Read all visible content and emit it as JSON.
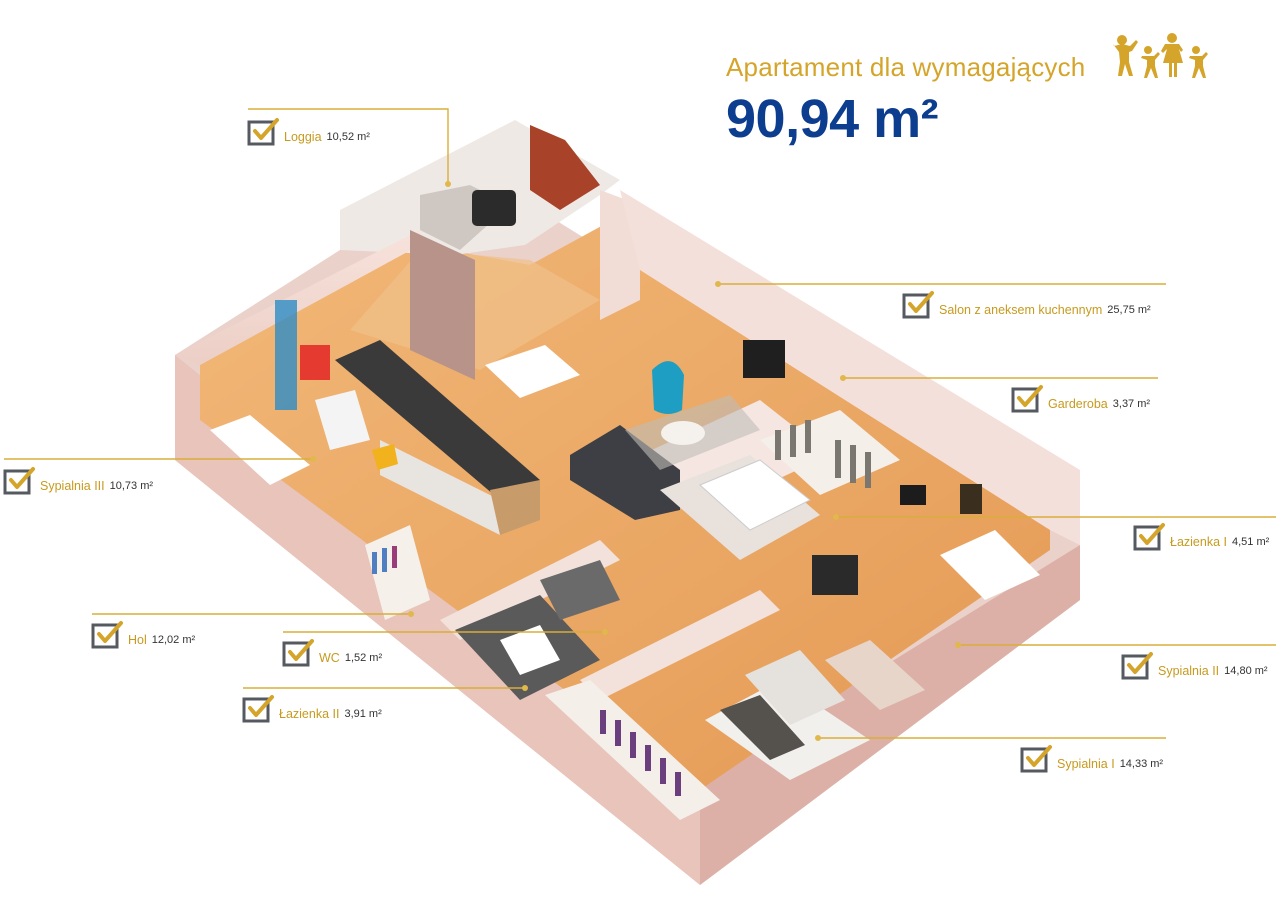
{
  "header": {
    "subtitle": "Apartament dla wymagających",
    "total_area": "90,94 m²",
    "family_icon": "family-icon"
  },
  "colors": {
    "accent_gold": "#d4a52a",
    "title_blue": "#0d3d8f",
    "check_gray": "#555a60",
    "floor_wood": "#e9a862",
    "wall_pink": "#f3d8d1"
  },
  "rooms": [
    {
      "name": "Loggia",
      "area": "10,52 m²"
    },
    {
      "name": "Salon z aneksem kuchennym",
      "area": "25,75 m²"
    },
    {
      "name": "Garderoba",
      "area": "3,37 m²"
    },
    {
      "name": "Sypialnia III",
      "area": "10,73 m²"
    },
    {
      "name": "Łazienka I",
      "area": "4,51 m²"
    },
    {
      "name": "Hol",
      "area": "12,02 m²"
    },
    {
      "name": "WC",
      "area": "1,52 m²"
    },
    {
      "name": "Sypialnia II",
      "area": "14,80 m²"
    },
    {
      "name": "Łazienka II",
      "area": "3,91 m²"
    },
    {
      "name": "Sypialnia I",
      "area": "14,33 m²"
    }
  ]
}
